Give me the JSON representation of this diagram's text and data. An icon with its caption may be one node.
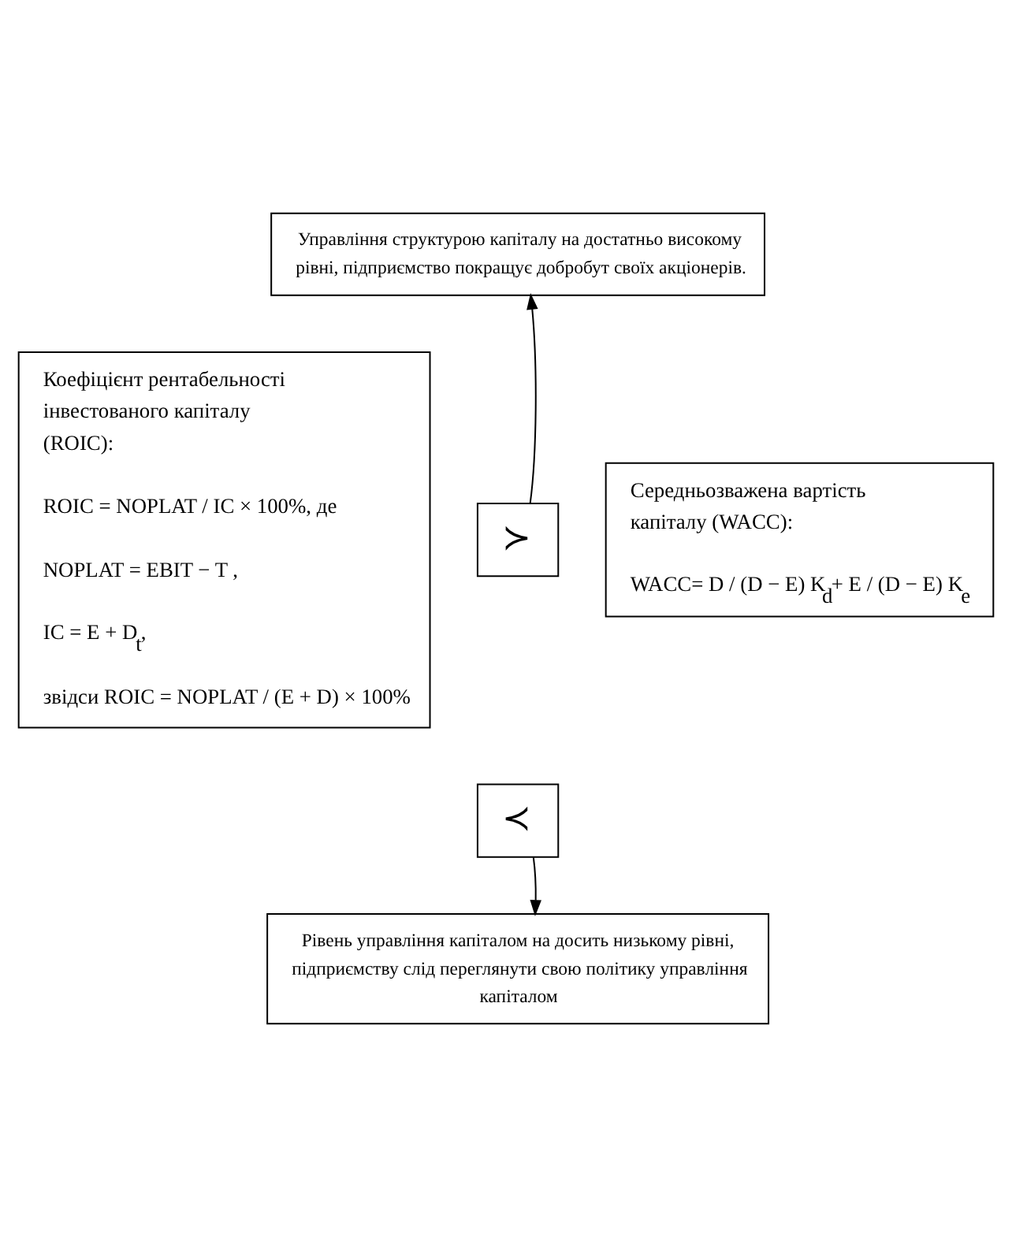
{
  "diagram": {
    "nodes": [
      {
        "text": [
          "Управління структурою капіталу на достатньо високому рівні, підприємство покращує добробут своїх акціонерів."
        ]
      },
      {
        "text": [
          "Коефіцієнт рентабельності інвестованого капіталу (ROIC):",
          "ROIC = NOPLAT / IC × 100%, де",
          "NOPLAT = EBIT − T ,",
          "IC = E + D$_{t}$,",
          "звідси ROIC = NOPLAT / (E + D) × 100%"
        ]
      },
      {
        "text": [
          "≻"
        ]
      },
      {
        "text": [
          "Середньозважена вартість капіталу (WACC):",
          "WACC= D / (D − E) K$_{d}$+ E / (D − E) K$_{e}$"
        ]
      },
      {
        "text": [
          "≺"
        ]
      },
      {
        "text": [
          "Рівень управління капіталом на досить низькому рівні, підприємству слід переглянути свою політику управління капіталом"
        ]
      }
    ],
    "edges": [
      {
        "from": 2,
        "to": 0,
        "arrow": "to"
      },
      {
        "from": 4,
        "to": 5,
        "arrow": "to"
      }
    ]
  }
}
